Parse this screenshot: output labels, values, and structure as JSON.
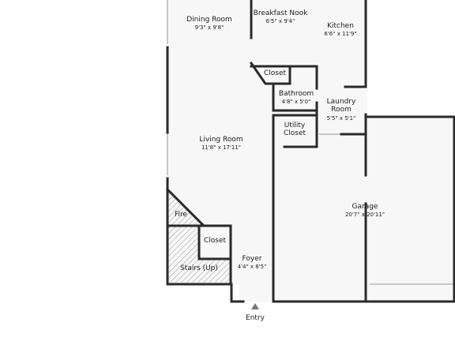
{
  "rooms": {
    "dining_room": {
      "name": "Dining Room",
      "dims": "9'3\" x 9'8\""
    },
    "breakfast_nook": {
      "name": "Breakfast Nook",
      "dims": "6'5\" x 9'4\""
    },
    "kitchen": {
      "name": "Kitchen",
      "dims": "6'6\" x 11'9\""
    },
    "closet_upper": {
      "name": "Closet"
    },
    "bathroom": {
      "name": "Bathroom",
      "dims": "4'8\" x 5'0\""
    },
    "laundry_room": {
      "name": "Laundry Room",
      "dims": "5'5\" x 5'1\""
    },
    "utility_closet": {
      "name": "Utility Closet"
    },
    "living_room": {
      "name": "Living Room",
      "dims": "11'8\" x 17'11\""
    },
    "garage": {
      "name": "Garage",
      "dims": "20'7\" x 20'11\""
    },
    "fire": {
      "name": "Fire"
    },
    "closet_lower": {
      "name": "Closet"
    },
    "stairs": {
      "name": "Stairs (Up)"
    },
    "foyer": {
      "name": "Foyer",
      "dims": "4'4\" x 8'5\""
    }
  },
  "entry_label": "Entry",
  "colors": {
    "wall": "#2a2a2a",
    "hatch": "#9a9a9a",
    "window": "#c8c8c8",
    "background": "#f7f7f7"
  }
}
